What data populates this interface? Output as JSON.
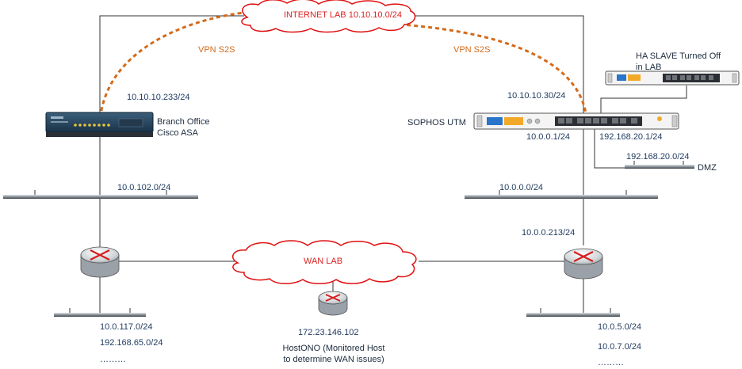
{
  "clouds": {
    "internet": "INTERNET LAB 10.10.10.0/24",
    "wan": "WAN LAB"
  },
  "vpn": {
    "left": "VPN S2S",
    "right": "VPN S2S"
  },
  "branch": {
    "ip": "10.10.10.233/24",
    "name_line1": "Branch Office",
    "name_line2": "Cisco ASA",
    "lan": "10.0.102.0/24"
  },
  "sophos": {
    "wan_ip": "10.10.10.30/24",
    "name": "SOPHOS UTM",
    "lan_ip": "10.0.0.1/24",
    "dmz_ip": "192.168.20.1/24",
    "dmz_net": "192.168.20.0/24",
    "dmz_label": "DMZ",
    "lan_net": "10.0.0.0/24"
  },
  "ha": {
    "line1": "HA SLAVE Turned Off",
    "line2": "in LAB"
  },
  "right_router": {
    "ip": "10.0.0.213/24",
    "net1": "10.0.5.0/24",
    "net2": "10.0.7.0/24",
    "more": "………"
  },
  "left_router": {
    "net1": "10.0.117.0/24",
    "net2": "192.168.65.0/24",
    "more": "………"
  },
  "host": {
    "ip": "172.23.146.102",
    "line1": "HostONO (Monitored Host",
    "line2": "to determine WAN issues)"
  },
  "colors": {
    "line": "#333333",
    "vpn": "#d46a1a",
    "cloud_stroke": "#e01010",
    "label_text": "#1f3a5f",
    "segment_fill": "#c9d0d6"
  }
}
